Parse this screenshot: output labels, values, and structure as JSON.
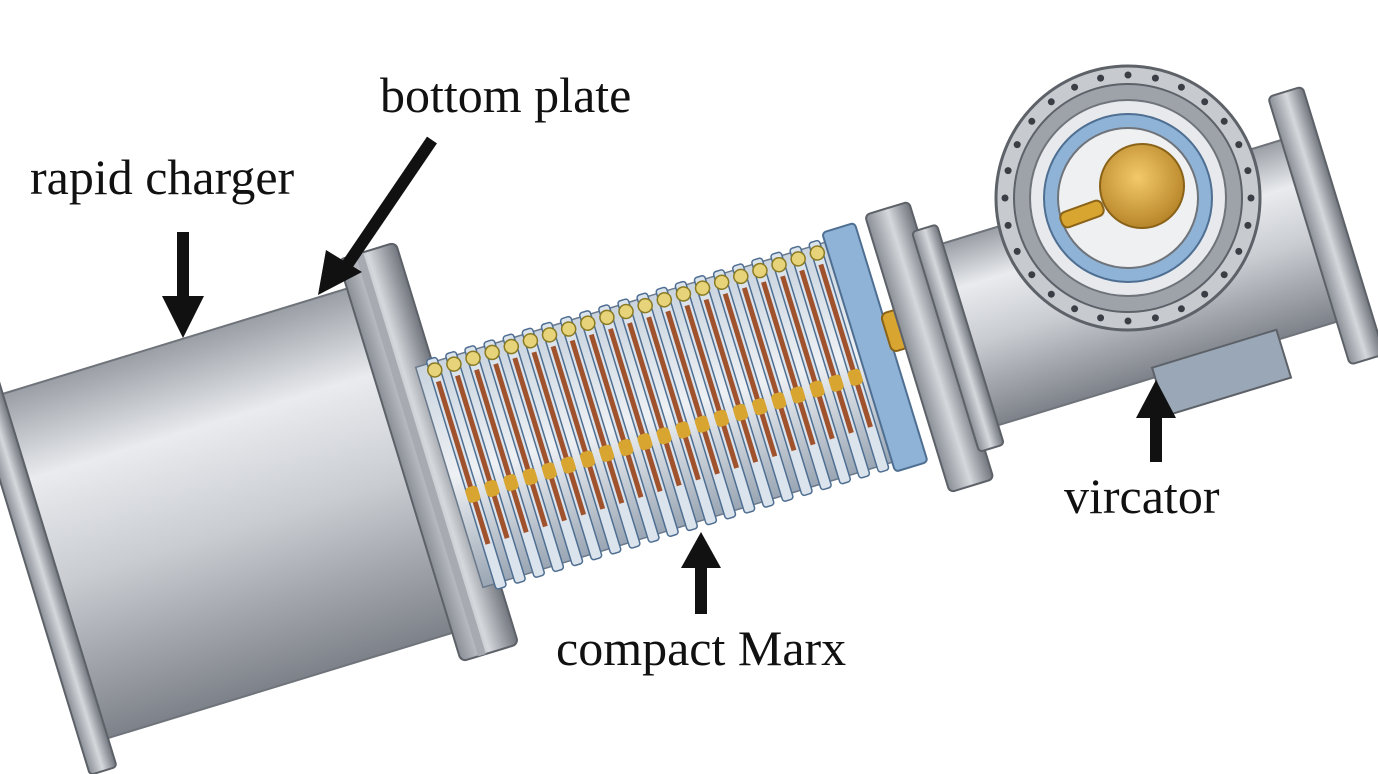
{
  "labels": {
    "rapid_charger": "rapid charger",
    "bottom_plate": "bottom plate",
    "compact_marx": "compact Marx",
    "vircator": "vircator"
  },
  "colors": {
    "steel_light": "#e4e6ea",
    "steel_mid": "#b9bcc3",
    "steel_dark": "#7f838b",
    "copper": "#a0522d",
    "gold": "#d9a531",
    "blue_insulator": "#8fb3d6",
    "arrow": "#111111"
  }
}
